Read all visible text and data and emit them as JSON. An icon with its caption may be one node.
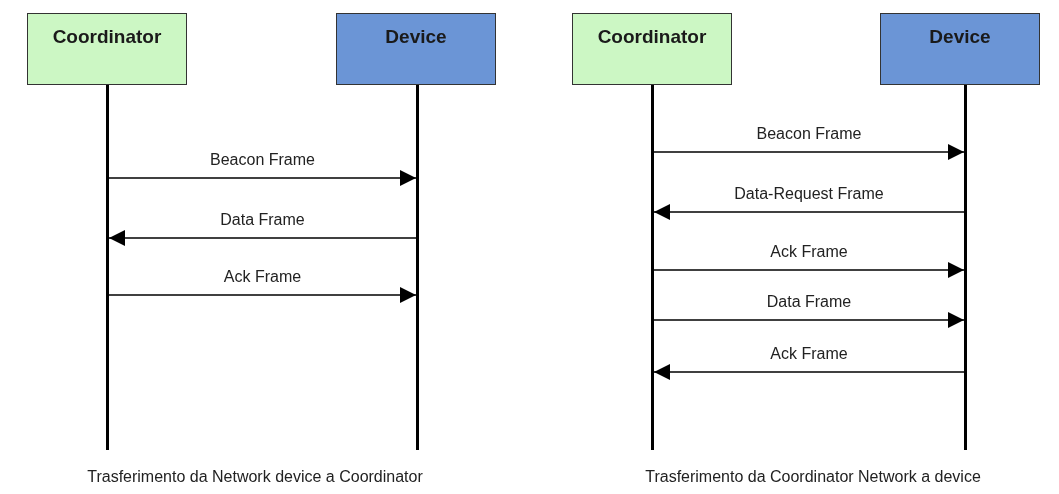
{
  "diagram": {
    "nodes": [
      {
        "text": [
          "Coordinator"
        ]
      },
      {
        "text": [
          "Device"
        ]
      },
      {
        "text": [
          "Coordinator"
        ]
      },
      {
        "text": [
          "Device"
        ]
      },
      {
        "text": [],
        "shape": "bar"
      },
      {
        "text": [],
        "shape": "bar"
      },
      {
        "text": [],
        "shape": "bar"
      },
      {
        "text": [],
        "shape": "bar"
      }
    ],
    "edges": [
      {
        "from": 4,
        "to": 5,
        "arrow": "to",
        "label": "Beacon Frame"
      },
      {
        "from": 5,
        "to": 4,
        "arrow": "to",
        "label": "Data Frame"
      },
      {
        "from": 4,
        "to": 5,
        "arrow": "to",
        "label": "Ack Frame"
      },
      {
        "from": 6,
        "to": 7,
        "arrow": "to",
        "label": "Beacon Frame"
      },
      {
        "from": 7,
        "to": 6,
        "arrow": "to",
        "label": "Data-Request Frame"
      },
      {
        "from": 6,
        "to": 7,
        "arrow": "to",
        "label": "Ack Frame"
      },
      {
        "from": 6,
        "to": 7,
        "arrow": "to",
        "label": "Data Frame"
      },
      {
        "from": 7,
        "to": 6,
        "arrow": "to",
        "label": "Ack Frame"
      }
    ],
    "labels": [
      "Trasferimento da Network device a Coordinator",
      "Trasferimento da Coordinator Network a device"
    ]
  }
}
